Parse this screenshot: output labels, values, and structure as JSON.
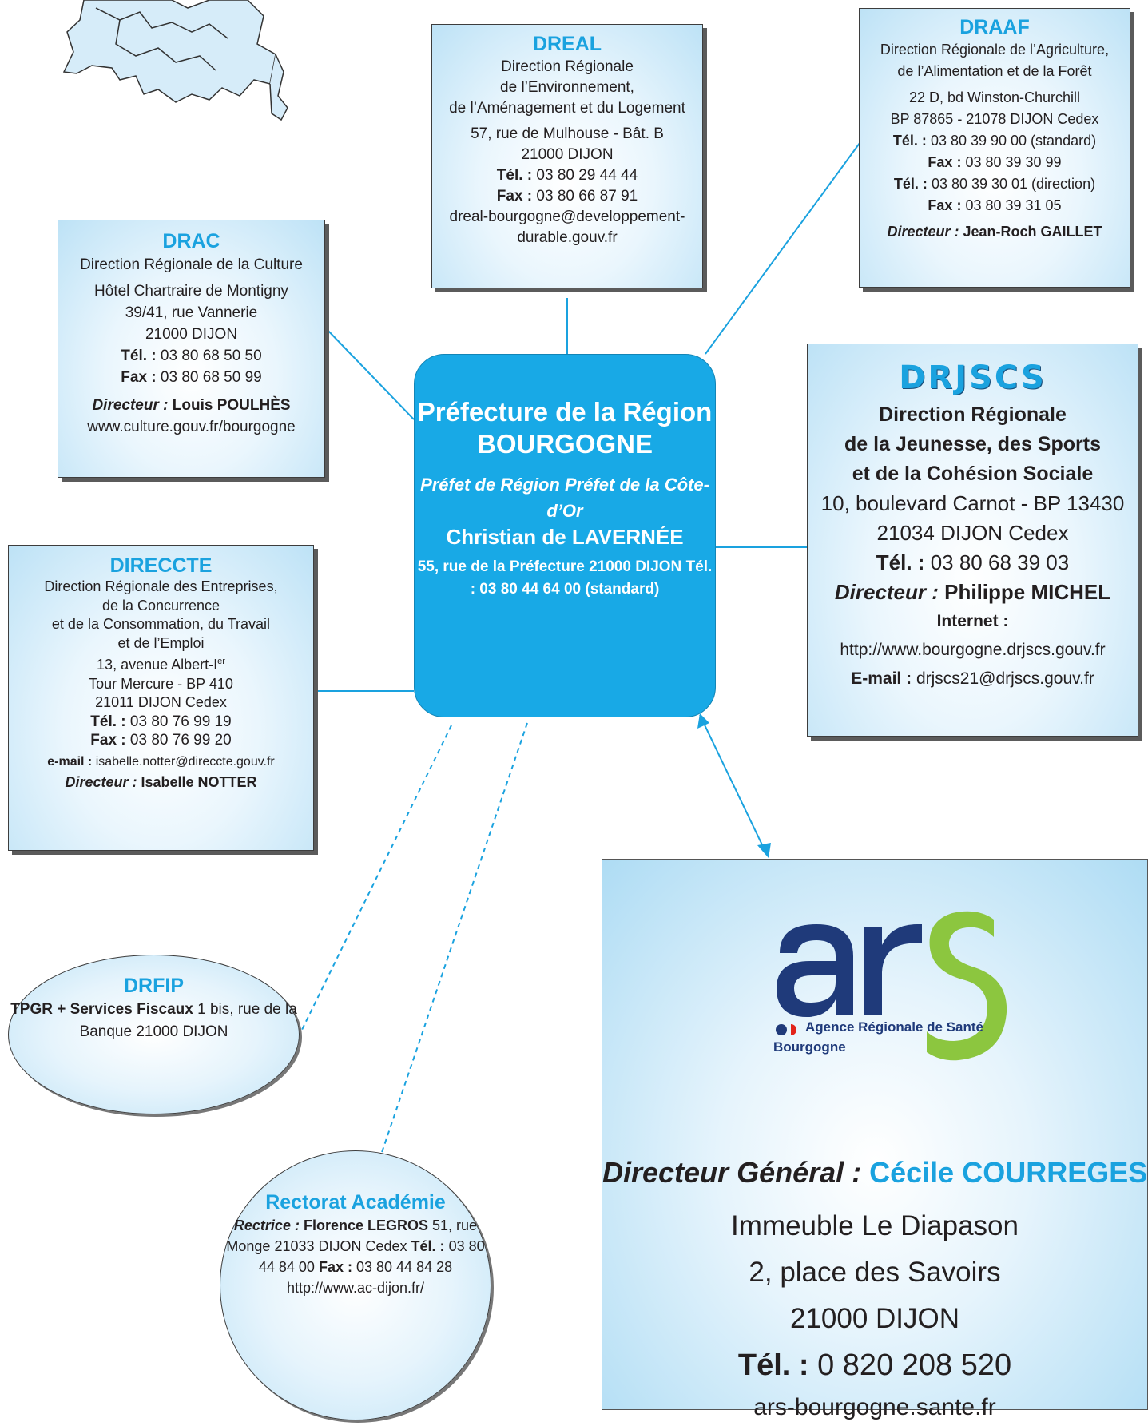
{
  "center": {
    "title": [
      "Préfecture",
      "de la Région",
      "BOURGOGNE"
    ],
    "roles": [
      "Préfet de Région",
      "Préfet de la Côte-d’Or"
    ],
    "name": "Christian de LAVERNÉE",
    "address": [
      "55, rue de la Préfecture",
      "21000 DIJON"
    ],
    "phone": "Tél. : 03 80 44 64 00 (standard)"
  },
  "dreal": {
    "title": "DREAL",
    "desc": [
      "Direction Régionale",
      "de l’Environnement,",
      "de l’Aménagement et du Logement"
    ],
    "address": [
      "57, rue de Mulhouse - Bât. B",
      "21000 DIJON"
    ],
    "tel_label": "Tél. :",
    "tel": "03 80 29 44 44",
    "fax_label": "Fax :",
    "fax": "03 80 66 87 91",
    "email": [
      "dreal-bourgogne@developpement-",
      "durable.gouv.fr"
    ]
  },
  "draaf": {
    "title": "DRAAF",
    "desc": [
      "Direction Régionale de l’Agriculture,",
      "de l’Alimentation et de la Forêt"
    ],
    "address": [
      "22 D, bd Winston-Churchill",
      "BP 87865 - 21078 DIJON Cedex"
    ],
    "tel_label": "Tél. :",
    "tel": "03 80 39 90 00 (standard)",
    "fax_label": "Fax :",
    "fax": "03 80 39 30 99",
    "tel2": "03 80 39 30 01 (direction)",
    "fax2": "03 80 39 31 05",
    "director_label": "Directeur :",
    "director": "Jean-Roch GAILLET"
  },
  "drac": {
    "title": "DRAC",
    "desc": "Direction Régionale de la Culture",
    "address": [
      "Hôtel Chartraire de Montigny",
      "39/41, rue Vannerie",
      "21000 DIJON"
    ],
    "tel_label": "Tél. :",
    "tel": "03 80 68 50 50",
    "fax_label": "Fax :",
    "fax": "03 80 68 50 99",
    "director_label": "Directeur :",
    "director": "Louis POULHÈS",
    "web": "www.culture.gouv.fr/bourgogne"
  },
  "drjscs": {
    "title": "DRJSCS",
    "desc": [
      "Direction Régionale",
      "de la Jeunesse, des Sports",
      "et de la Cohésion Sociale"
    ],
    "address": [
      "10, boulevard Carnot - BP 13430",
      "21034 DIJON Cedex"
    ],
    "tel_label": "Tél. :",
    "tel": "03 80 68 39 03",
    "director_label": "Directeur :",
    "director": "Philippe MICHEL",
    "internet_label": "Internet :",
    "web": "http://www.bourgogne.drjscs.gouv.fr",
    "email_label": "E-mail :",
    "email": "drjscs21@drjscs.gouv.fr"
  },
  "direccte": {
    "title": "DIRECCTE",
    "desc": [
      "Direction Régionale des Entreprises,",
      "de la Concurrence",
      "et de la Consommation, du Travail",
      "et de l’Emploi"
    ],
    "address1": "13, avenue Albert-I",
    "address1_sup": "er",
    "address": [
      "Tour Mercure - BP 410",
      "21011 DIJON Cedex"
    ],
    "tel_label": "Tél. :",
    "tel": "03 80 76 99 19",
    "fax_label": "Fax :",
    "fax": "03 80 76 99 20",
    "email_label": "e-mail :",
    "email": "isabelle.notter@direccte.gouv.fr",
    "director_label": "Directeur :",
    "director": "Isabelle NOTTER"
  },
  "drfip": {
    "title": "DRFIP",
    "subtitle": "TPGR + Services Fiscaux",
    "address": [
      "1 bis, rue de la Banque",
      "21000 DIJON"
    ]
  },
  "rectorat": {
    "title": [
      "Rectorat",
      "Académie"
    ],
    "director_label": "Rectrice :",
    "director": "Florence LEGROS",
    "address": [
      "51, rue Monge",
      "21033 DIJON Cedex"
    ],
    "tel_label": "Tél. :",
    "tel": "03 80 44 84 00",
    "fax_label": "Fax :",
    "fax": "03 80 44 84 28",
    "web": "http://www.ac-dijon.fr/"
  },
  "ars": {
    "logo_text": "ars",
    "agency": "Agence Régionale de Santé",
    "region": "Bourgogne",
    "director_label": "Directeur Général :",
    "director": "Cécile COURREGES",
    "address": [
      "Immeuble Le Diapason",
      "2, place des Savoirs",
      "21000 DIJON"
    ],
    "tel_label": "Tél. :",
    "tel": "0 820 208 520",
    "web": "ars-bourgogne.sante.fr"
  },
  "colors": {
    "accent": "#1aa2df",
    "center_fill": "#18a9e6",
    "ars_navy": "#1f3a7a",
    "ars_green": "#8cc63f"
  }
}
